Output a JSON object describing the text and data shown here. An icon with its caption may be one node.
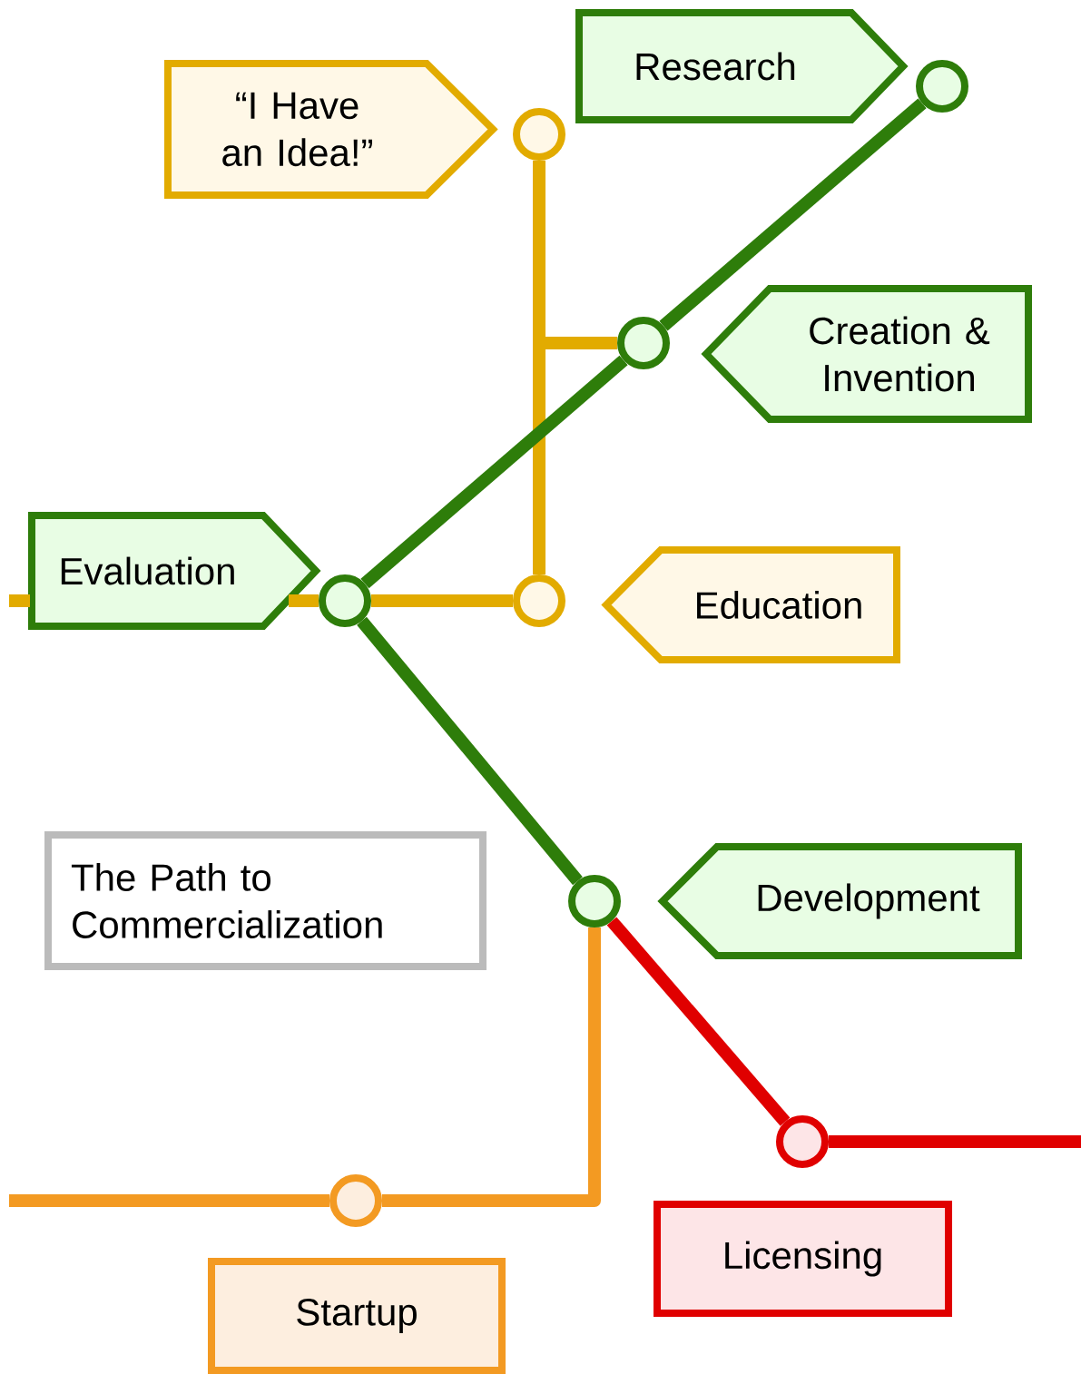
{
  "diagram": {
    "nodes": [
      {
        "text": [
          "“I Have an Idea!”"
        ]
      },
      {
        "text": [
          "Research"
        ]
      },
      {
        "text": [],
        "shape": "circle"
      },
      {
        "text": [],
        "shape": "circle"
      },
      {
        "text": [
          "Creation & Invention"
        ]
      },
      {
        "text": [],
        "shape": "circle"
      },
      {
        "text": [
          "Evaluation"
        ]
      },
      {
        "text": [],
        "shape": "circle"
      },
      {
        "text": [],
        "shape": "circle"
      },
      {
        "text": [
          "Education"
        ]
      },
      {
        "text": [
          "The Path to Commercialization"
        ]
      },
      {
        "text": [],
        "shape": "circle"
      },
      {
        "text": [
          "Development"
        ]
      },
      {
        "text": [],
        "shape": "circle"
      },
      {
        "text": [],
        "shape": "circle"
      },
      {
        "text": [
          "Licensing"
        ]
      },
      {
        "text": [
          "Startup"
        ]
      }
    ],
    "edges": [
      {
        "from": 2,
        "to": 8,
        "arrow": "none",
        "color": "#e2ab00"
      },
      {
        "from": 5,
        "to": 8,
        "arrow": "none",
        "color": "#e2ab00"
      },
      {
        "from": null,
        "to": 7,
        "arrow": "none",
        "color": "#e2ab00"
      },
      {
        "from": 7,
        "to": 8,
        "arrow": "none",
        "color": "#e2ab00"
      },
      {
        "from": 3,
        "to": 5,
        "arrow": "none",
        "color": "#2e7d0a"
      },
      {
        "from": 5,
        "to": 7,
        "arrow": "none",
        "color": "#2e7d0a"
      },
      {
        "from": 7,
        "to": 11,
        "arrow": "none",
        "color": "#2e7d0a"
      },
      {
        "from": 11,
        "to": 13,
        "arrow": "none",
        "color": "#e00000"
      },
      {
        "from": 13,
        "to": null,
        "arrow": "none",
        "color": "#e00000"
      },
      {
        "from": 11,
        "to": 14,
        "arrow": "none",
        "color": "#f39a22"
      },
      {
        "from": 14,
        "to": null,
        "arrow": "none",
        "color": "#f39a22"
      }
    ]
  }
}
